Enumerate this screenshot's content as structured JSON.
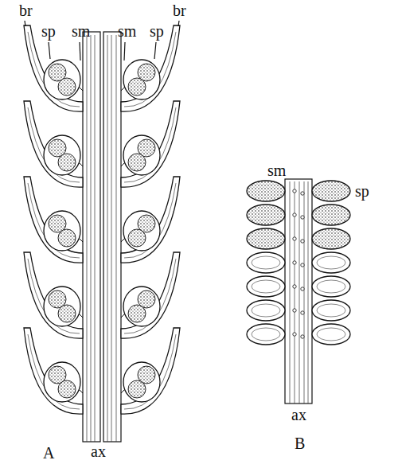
{
  "diagram": {
    "labels": [
      "br",
      "sp",
      "sm",
      "sm",
      "sp",
      "br",
      "sm",
      "sp",
      "ax",
      "A",
      "ax",
      "B"
    ]
  }
}
